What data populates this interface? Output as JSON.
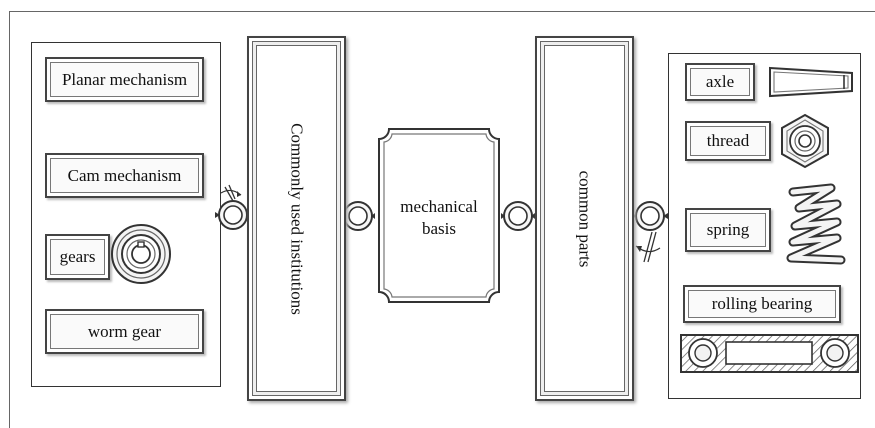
{
  "left_group": {
    "items": [
      {
        "label": "Planar mechanism"
      },
      {
        "label": "Cam mechanism"
      },
      {
        "label": "gears"
      },
      {
        "label": "worm gear"
      }
    ]
  },
  "institutions_column": {
    "label": "Commonly used institutions"
  },
  "center_node": {
    "label_line1": "mechanical",
    "label_line2": "basis"
  },
  "parts_column": {
    "label": "common parts"
  },
  "right_group": {
    "items": [
      {
        "label": "axle",
        "icon": "axle-icon"
      },
      {
        "label": "thread",
        "icon": "hex-nut-icon"
      },
      {
        "label": "spring",
        "icon": "spring-icon"
      },
      {
        "label": "rolling bearing",
        "icon": "bearing-icon"
      }
    ]
  },
  "colors": {
    "line": "#333333",
    "fill": "#fafafa"
  }
}
